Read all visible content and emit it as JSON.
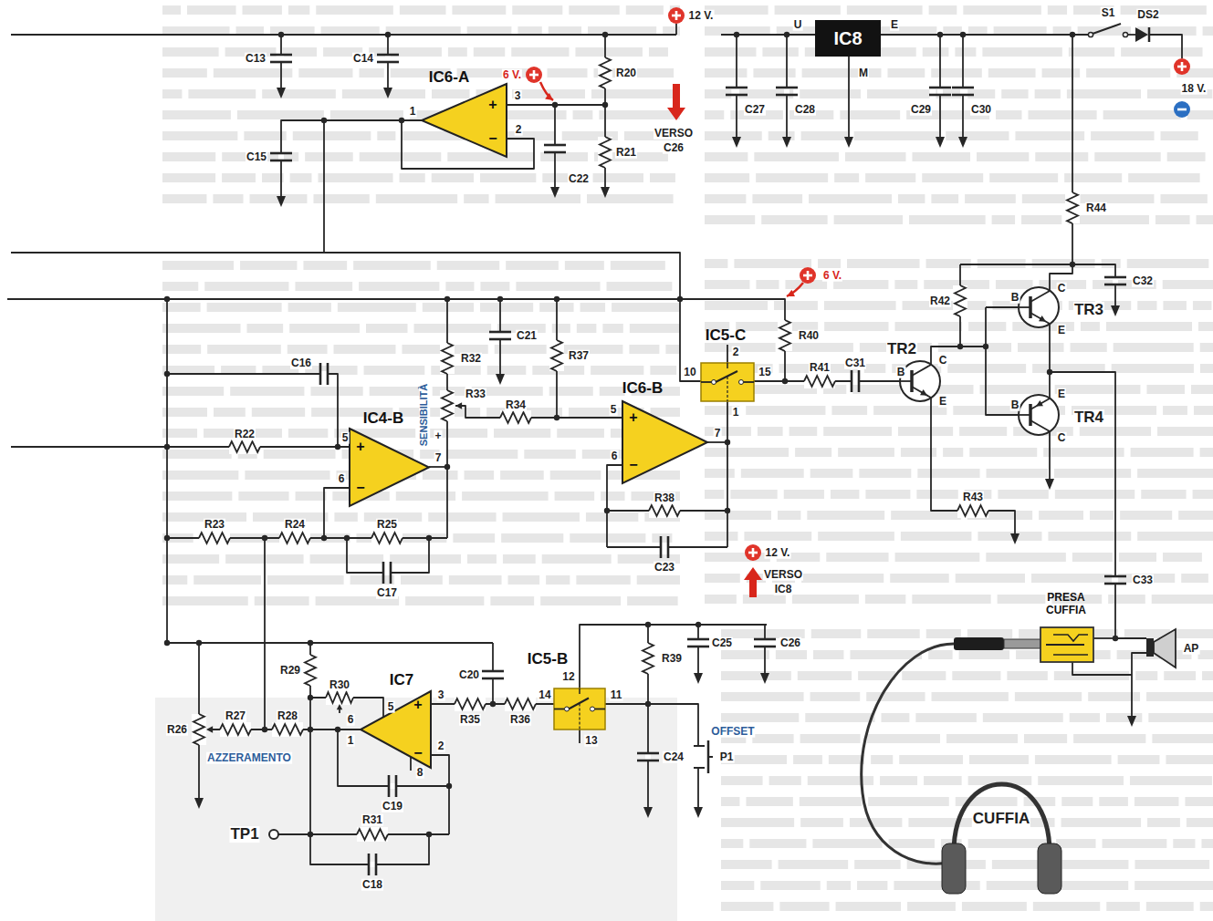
{
  "diagram": {
    "nodes": [
      {
        "text": [
          "IC6-A",
          "+",
          "−"
        ]
      },
      {
        "text": [
          "IC8"
        ]
      },
      {
        "text": [
          "IC5-C"
        ]
      },
      {
        "text": [
          "IC6-B",
          "+",
          "−"
        ]
      },
      {
        "text": [
          "IC4-B",
          "+",
          "−"
        ]
      },
      {
        "text": [
          "PRESA CUFFIA"
        ]
      },
      {
        "text": [
          "IC5-B"
        ]
      },
      {
        "text": [
          "IC7",
          "+",
          "−"
        ]
      }
    ],
    "labels": [
      "C13",
      "C14",
      "6 V.",
      "12 V.",
      "R20",
      "1",
      "3",
      "2",
      "VERSO",
      "C26",
      "C22",
      "R21",
      "C15",
      "U",
      "E",
      "M",
      "S1",
      "DS2",
      "18 V.",
      "C27",
      "C28",
      "C29",
      "C30",
      "R44",
      "C32",
      "6 V.",
      "R42",
      "B",
      "C",
      "TR3",
      "E",
      "2",
      "R40",
      "TR2",
      "10",
      "15",
      "R41",
      "C31",
      "B",
      "C",
      "E",
      "1",
      "B",
      "E",
      "TR4",
      "C",
      "R32",
      "C21",
      "R37",
      "C16",
      "R33",
      "R34",
      "SENSIBILITÀ",
      "+",
      "R22",
      "5",
      "7",
      "6",
      "5",
      "7",
      "6",
      "R38",
      "R43",
      "C23",
      "R23",
      "R24",
      "R25",
      "C17",
      "12 V.",
      "VERSO",
      "IC8",
      "C33",
      "C25",
      "C26",
      "R39",
      "AP",
      "R29",
      "R30",
      "C20",
      "3",
      "12",
      "R26",
      "R27",
      "R28",
      "5",
      "6",
      "14",
      "11",
      "R35",
      "R36",
      "1",
      "2",
      "OFFSET",
      "13",
      "C24",
      "P1",
      "AZZERAMENTO",
      "8",
      "C19",
      "TP1",
      "R31",
      "C18",
      "CUFFIA"
    ]
  }
}
